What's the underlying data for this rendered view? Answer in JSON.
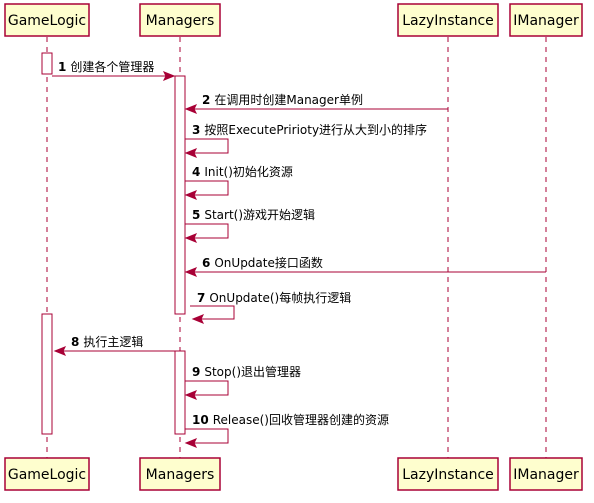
{
  "participants": [
    {
      "id": "gamelogic",
      "label": "GameLogic"
    },
    {
      "id": "managers",
      "label": "Managers"
    },
    {
      "id": "lazyinstance",
      "label": "LazyInstance"
    },
    {
      "id": "imanager",
      "label": "IManager"
    }
  ],
  "messages": [
    {
      "number": "1",
      "label": "创建各个管理器"
    },
    {
      "number": "2",
      "label": "在调用时创建Manager单例"
    },
    {
      "number": "3",
      "label": "按照ExecutePririoty进行从大到小的排序"
    },
    {
      "number": "4",
      "label": "Init()初始化资源"
    },
    {
      "number": "5",
      "label": "Start()游戏开始逻辑"
    },
    {
      "number": "6",
      "label": "OnUpdate接口函数"
    },
    {
      "number": "7",
      "label": "OnUpdate()每帧执行逻辑"
    },
    {
      "number": "8",
      "label": "执行主逻辑"
    },
    {
      "number": "9",
      "label": "Stop()退出管理器"
    },
    {
      "number": "10",
      "label": "Release()回收管理器创建的资源"
    }
  ],
  "colors": {
    "participant_fill": "#FEFECE",
    "border": "#A80036",
    "text": "#000000",
    "background": "#FFFFFF"
  }
}
